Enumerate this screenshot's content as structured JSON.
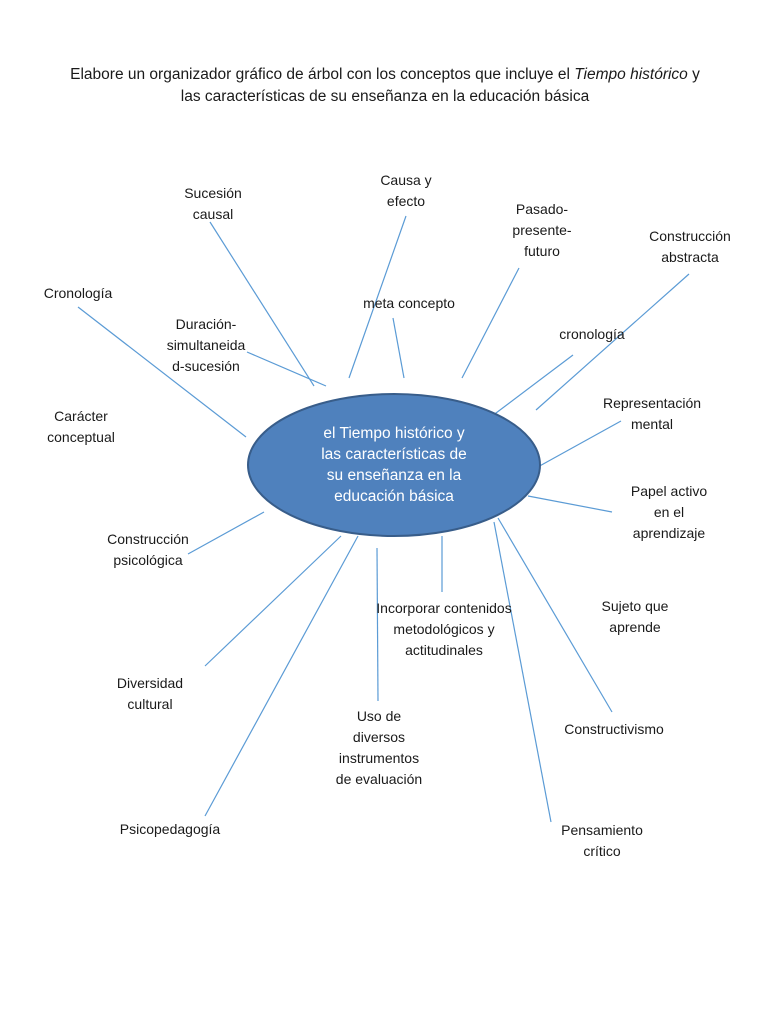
{
  "title": {
    "part1": "Elabore  un organizador gráfico de árbol con los conceptos que incluye el ",
    "italic1": "Tiempo histórico",
    "part2": " y las características de su enseñanza en la educación básica"
  },
  "center": {
    "text": "el Tiempo histórico y\nlas características de\nsu enseñanza en la\neducación básica",
    "fill": "#4f81bd",
    "stroke": "#385d8a"
  },
  "nodes": {
    "sucesion_causal": "Sucesión\ncausal",
    "causa_efecto": "Causa y\nefecto",
    "pasado_presente_futuro": "Pasado-\npresente-\nfuturo",
    "construccion_abstracta": "Construcción\nabstracta",
    "cronologia_left": "Cronología",
    "meta_concepto": "meta concepto",
    "cronologia_right": "cronología",
    "duracion": "Duración-\nsimultaneida\nd-sucesión",
    "caracter_conceptual": "Carácter\nconceptual",
    "representacion_mental": "Representación\nmental",
    "papel_activo": "Papel activo\nen el\naprendizaje",
    "construccion_psicologica": "Construcción\npsicológica",
    "incorporar_contenidos": "Incorporar contenidos\nmetodológicos  y\nactitudinales",
    "sujeto_aprende": "Sujeto que\naprende",
    "diversidad_cultural": "Diversidad\ncultural",
    "uso_instrumentos": "Uso de\ndiversos\ninstrumentos\nde evaluación",
    "constructivismo": "Constructivismo",
    "psicopedagogia": "Psicopedagogía",
    "pensamiento_critico": "Pensamiento\ncrítico"
  },
  "colors": {
    "line": "#5b9bd5"
  }
}
